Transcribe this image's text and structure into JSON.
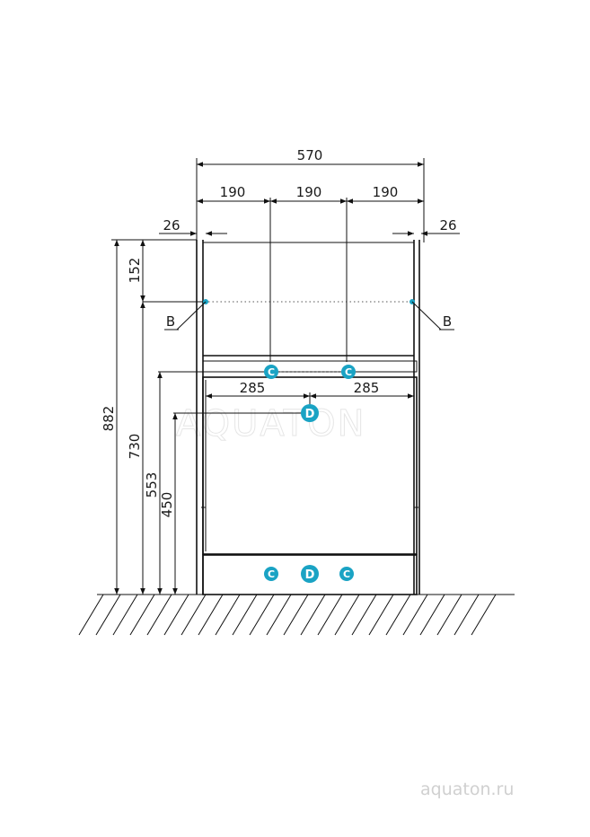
{
  "dimensions": {
    "overall_width": "570",
    "segment_width": "190",
    "side_offset": "26",
    "half_width": "285",
    "total_height": "882",
    "top_section": "152",
    "height_b": "730",
    "height_c": "553",
    "height_d": "450"
  },
  "markers": {
    "b": "B",
    "c": "C",
    "d": "D"
  },
  "colors": {
    "marker": "#1aa3c4",
    "line": "#111111"
  },
  "watermark": "AQUATON",
  "site_url": "aquaton.ru"
}
